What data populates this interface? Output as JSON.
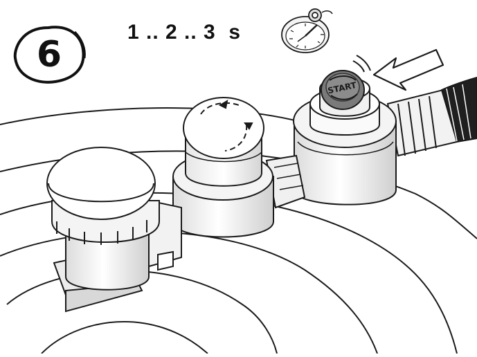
{
  "step": {
    "number": "6",
    "timing": "1 .. 2 .. 3  s"
  },
  "button": {
    "label": "START",
    "fill_color": "#7a7a7a"
  },
  "icons": {
    "timer": "stopwatch-icon",
    "press_arrow": "press-arrow-icon"
  }
}
